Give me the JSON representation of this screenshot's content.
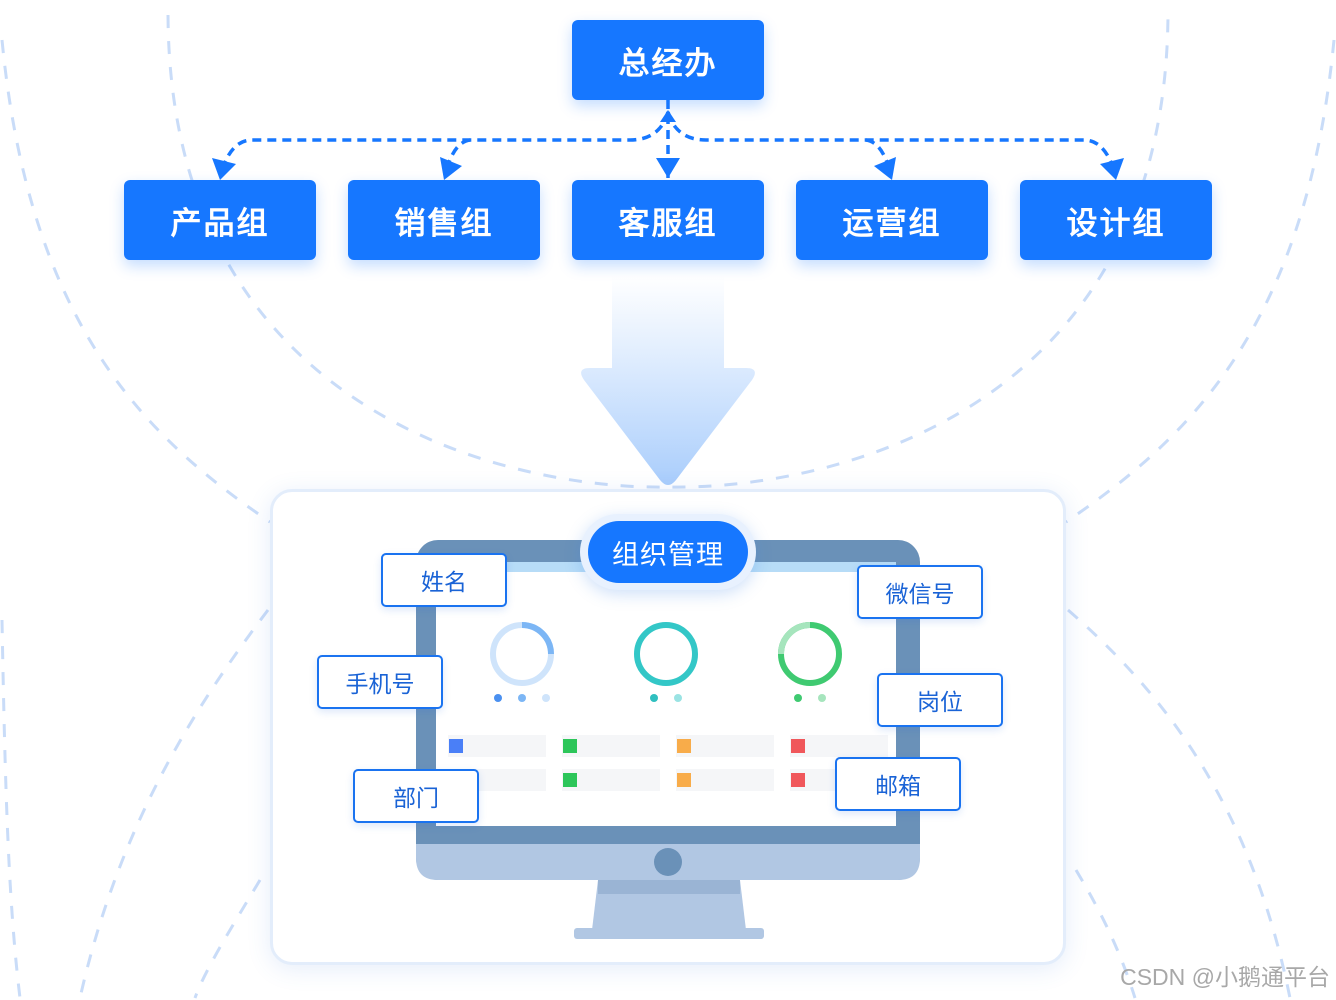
{
  "org_chart": {
    "top": {
      "label": "总经办"
    },
    "departments": [
      {
        "label": "产品组"
      },
      {
        "label": "销售组"
      },
      {
        "label": "客服组"
      },
      {
        "label": "运营组"
      },
      {
        "label": "设计组"
      }
    ]
  },
  "management": {
    "title": "组织管理",
    "fields": [
      {
        "label": "姓名"
      },
      {
        "label": "手机号"
      },
      {
        "label": "部门"
      },
      {
        "label": "微信号"
      },
      {
        "label": "岗位"
      },
      {
        "label": "邮箱"
      }
    ],
    "square_colors": [
      "#4a7ff7",
      "#2dc65a",
      "#f8ac4a",
      "#f0575b"
    ]
  },
  "colors": {
    "primary": "#1677ff",
    "dashed_arc": "#c9dcf8",
    "monitor_frame": "#6a91b8",
    "monitor_base": "#b1c7e3"
  },
  "watermark": "CSDN @小鹅通平台"
}
